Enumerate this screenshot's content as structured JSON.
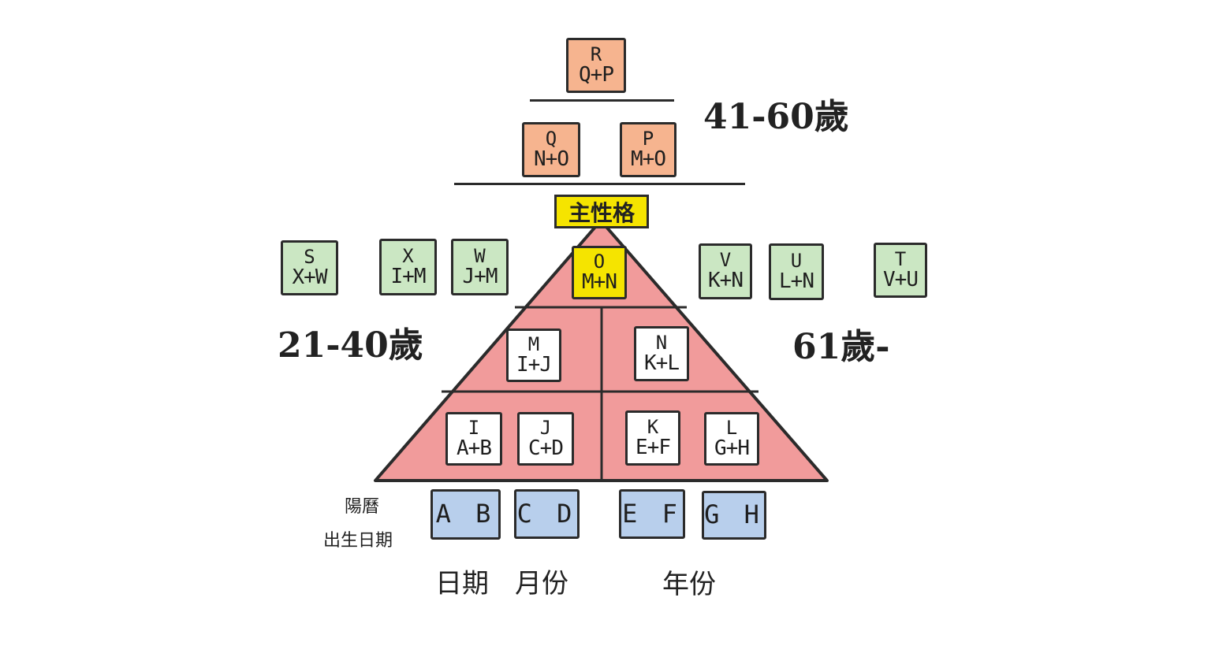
{
  "title": "主性格",
  "age_labels": {
    "top": "41-60歲",
    "left": "21-40歲",
    "right": "61歲-"
  },
  "birth_label": {
    "line1": "陽曆",
    "line2": "出生日期"
  },
  "categories": {
    "day": "日期",
    "month": "月份",
    "year": "年份"
  },
  "boxes": {
    "R": {
      "top": "R",
      "bottom": "Q+P"
    },
    "Q": {
      "top": "Q",
      "bottom": "N+O"
    },
    "P": {
      "top": "P",
      "bottom": "M+O"
    },
    "O": {
      "top": "O",
      "bottom": "M+N"
    },
    "M": {
      "top": "M",
      "bottom": "I+J"
    },
    "N": {
      "top": "N",
      "bottom": "K+L"
    },
    "I": {
      "top": "I",
      "bottom": "A+B"
    },
    "J": {
      "top": "J",
      "bottom": "C+D"
    },
    "K": {
      "top": "K",
      "bottom": "E+F"
    },
    "L": {
      "top": "L",
      "bottom": "G+H"
    },
    "S": {
      "top": "S",
      "bottom": "X+W"
    },
    "X": {
      "top": "X",
      "bottom": "I+M"
    },
    "W": {
      "top": "W",
      "bottom": "J+M"
    },
    "V": {
      "top": "V",
      "bottom": "K+N"
    },
    "U": {
      "top": "U",
      "bottom": "L+N"
    },
    "T": {
      "top": "T",
      "bottom": "V+U"
    }
  },
  "inputs": {
    "AB": "A B",
    "CD": "C D",
    "EF": "E F",
    "GH": "G H"
  },
  "colors": {
    "orange": "#f6b48f",
    "green": "#cbe7c3",
    "pyramid": "#f19b9b",
    "yellow": "#f5e400",
    "blue": "#b8cfec"
  }
}
